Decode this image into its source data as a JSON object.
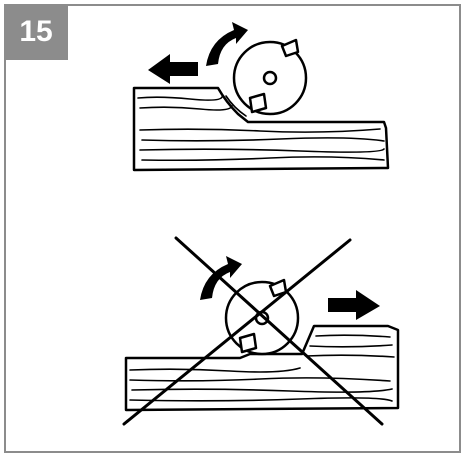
{
  "step": {
    "number": "15"
  },
  "colors": {
    "frame": "#8c8c8c",
    "ink": "#000000",
    "paper": "#ffffff"
  },
  "figures": [
    {
      "name": "correct-feed-direction",
      "icons": [
        "rotation-arrow-icon",
        "feed-arrow-left-icon",
        "cutter-wheel-icon",
        "wood-board-icon"
      ]
    },
    {
      "name": "incorrect-feed-direction",
      "icons": [
        "rotation-arrow-icon",
        "feed-arrow-right-icon",
        "cutter-wheel-icon",
        "wood-board-icon",
        "cross-out-icon"
      ]
    }
  ]
}
